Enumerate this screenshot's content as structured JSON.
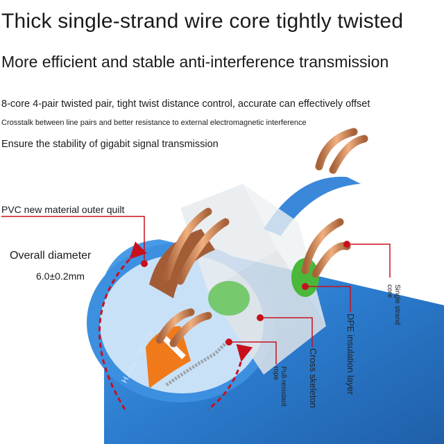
{
  "heading": "Thick single-strand wire core tightly twisted",
  "subheading": "More efficient and stable anti-interference transmission",
  "features": [
    "8-core 4-pair twisted pair, tight twist distance control, accurate can effectively offset",
    "Crosstalk between line pairs and better resistance to external electromagnetic interference",
    "Ensure the stability of gigabit signal transmission"
  ],
  "labels": {
    "outer_quilt": "PVC new material outer quilt",
    "overall_diameter": "Overall diameter",
    "overall_diameter_value": "6.0±0.2mm",
    "single_strand_core": "Single strand core",
    "dpe_insulation": "DPE insulation layer",
    "cross_skeleton": "Cross skeleton",
    "pull_resistant_rope": "Pull-resistant rope"
  },
  "brand_print": "HAA0-TAOYH",
  "colors": {
    "jacket_blue": "#2f7fd4",
    "copper": "#c98556",
    "leader_red": "#c8101c",
    "insulation_green": "#4ab83a",
    "insulation_orange": "#f07a1a",
    "skeleton": "#e2e6ea"
  }
}
